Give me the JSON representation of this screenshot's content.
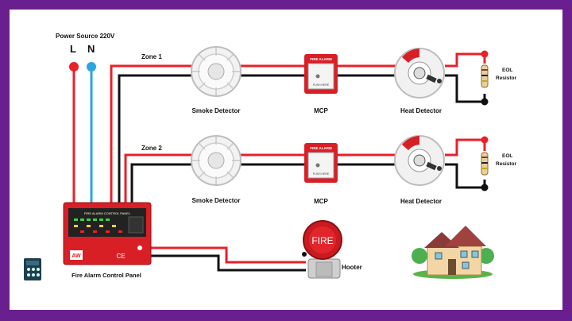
{
  "power": {
    "title": "Power Source 220V",
    "live": "L",
    "neutral": "N"
  },
  "zones": [
    {
      "label": "Zone 1",
      "smoke_label": "Smoke Detector",
      "mcp_label": "MCP",
      "heat_label": "Heat Detector",
      "eol_line1": "EOL",
      "eol_line2": "Resistor",
      "mcp_text": "FIRE ALARM",
      "mcp_sub": "PUSH HERE"
    },
    {
      "label": "Zone 2",
      "smoke_label": "Smoke Detector",
      "mcp_label": "MCP",
      "heat_label": "Heat Detector",
      "eol_line1": "EOL",
      "eol_line2": "Resistor",
      "mcp_text": "FIRE ALARM",
      "mcp_sub": "PUSH HERE"
    }
  ],
  "panel": {
    "label": "Fire Alarm Control Panel",
    "header": "FIRE ALARM CONTROL PANEL",
    "brand": "AW",
    "ce": "CE"
  },
  "hooter": {
    "label": "Hooter",
    "text": "FIRE"
  },
  "colors": {
    "frame": "#6a1f8f",
    "live_wire": "#e8202a",
    "neutral_wire": "#2aa6e0",
    "neg_wire": "#111111",
    "panel_red": "#d81f26"
  }
}
